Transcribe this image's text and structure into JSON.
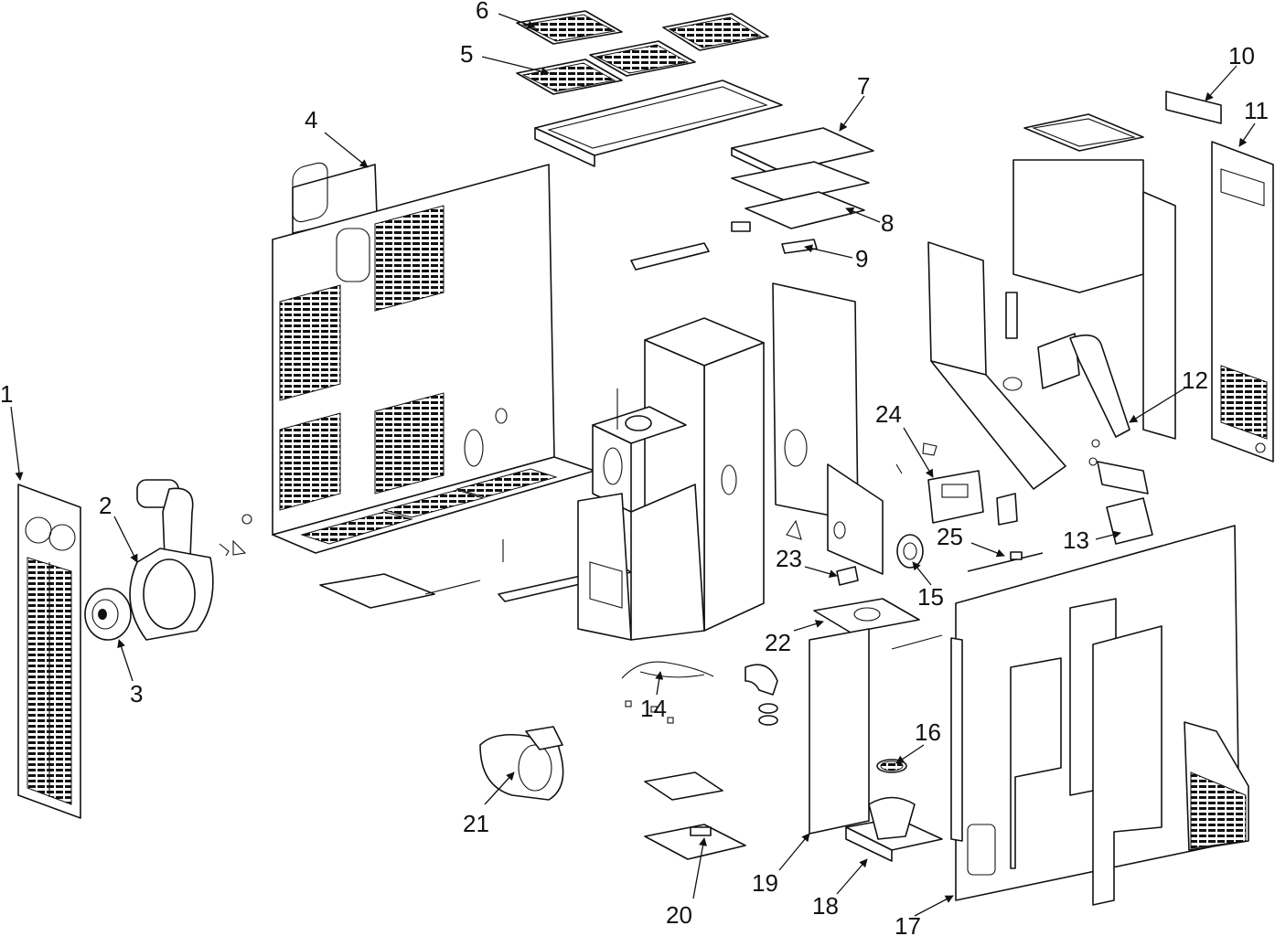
{
  "callouts": [
    {
      "key": "c1",
      "label": "1"
    },
    {
      "key": "c2",
      "label": "2"
    },
    {
      "key": "c3",
      "label": "3"
    },
    {
      "key": "c4",
      "label": "4"
    },
    {
      "key": "c5",
      "label": "5"
    },
    {
      "key": "c6",
      "label": "6"
    },
    {
      "key": "c7",
      "label": "7"
    },
    {
      "key": "c8",
      "label": "8"
    },
    {
      "key": "c9",
      "label": "9"
    },
    {
      "key": "c10",
      "label": "10"
    },
    {
      "key": "c11",
      "label": "11"
    },
    {
      "key": "c12",
      "label": "12"
    },
    {
      "key": "c13",
      "label": "13"
    },
    {
      "key": "c14",
      "label": "14"
    },
    {
      "key": "c15",
      "label": "15"
    },
    {
      "key": "c16",
      "label": "16"
    },
    {
      "key": "c17",
      "label": "17"
    },
    {
      "key": "c18",
      "label": "18"
    },
    {
      "key": "c19",
      "label": "19"
    },
    {
      "key": "c20",
      "label": "20"
    },
    {
      "key": "c21",
      "label": "21"
    },
    {
      "key": "c22",
      "label": "22"
    },
    {
      "key": "c23",
      "label": "23"
    },
    {
      "key": "c24",
      "label": "24"
    },
    {
      "key": "c25",
      "label": "25"
    }
  ]
}
